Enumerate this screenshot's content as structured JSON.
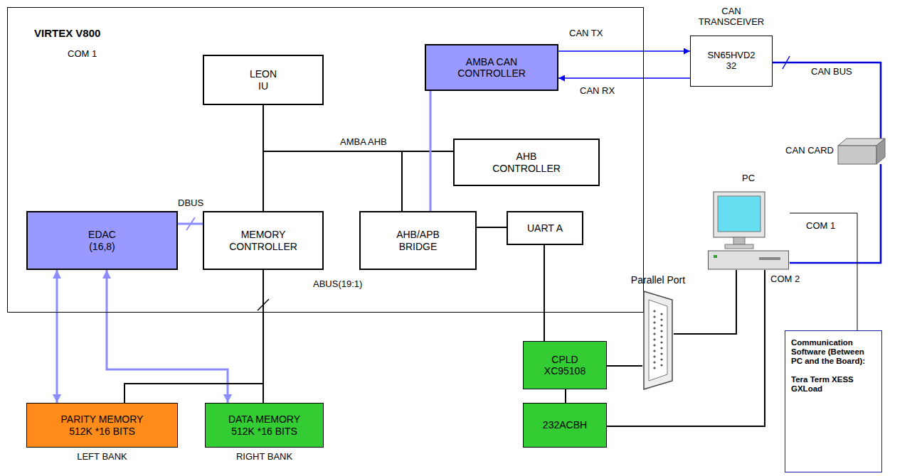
{
  "diagram": {
    "nodes": [
      {
        "text": [
          "VIRTEX V800",
          "COM 1"
        ]
      },
      {
        "text": [
          "LEON IU"
        ],
        "in": 0
      },
      {
        "text": [
          "AMBA CAN CONTROLLER"
        ],
        "in": 0
      },
      {
        "text": [
          "AHB CONTROLLER"
        ],
        "in": 0
      },
      {
        "text": [
          "EDAC (16,8)"
        ],
        "in": 0
      },
      {
        "text": [
          "MEMORY CONTROLLER"
        ],
        "in": 0
      },
      {
        "text": [
          "AHB/APB BRIDGE"
        ],
        "in": 0
      },
      {
        "text": [
          "UART A"
        ],
        "in": 0
      },
      {
        "text": [
          "CAN TRANSCEIVER",
          "SN65HVD2 32"
        ]
      },
      {
        "text": [
          "CAN CARD"
        ]
      },
      {
        "text": [
          "PC"
        ]
      },
      {
        "text": [
          "PARITY MEMORY 512K *16 BITS",
          "LEFT BANK"
        ]
      },
      {
        "text": [
          "DATA MEMORY 512K *16 BITS",
          "RIGHT BANK"
        ]
      },
      {
        "text": [
          "Parallel Port"
        ]
      },
      {
        "text": [
          "CPLD XC95108"
        ]
      },
      {
        "text": [
          "232ACBH"
        ]
      },
      {
        "text": [
          "Communication Software (Between PC and the Board):",
          "Tera Term XESS GXLoad"
        ]
      }
    ],
    "edges": [
      {
        "from": 1,
        "to": 5,
        "arrow": "none"
      },
      {
        "from": 1,
        "to": 3,
        "arrow": "none"
      },
      {
        "from": 1,
        "to": 6,
        "arrow": "none"
      },
      {
        "from": 6,
        "to": 2,
        "arrow": "none"
      },
      {
        "from": 6,
        "to": 7,
        "arrow": "none"
      },
      {
        "from": 2,
        "to": 8,
        "label": "CAN TX",
        "arrow": "to"
      },
      {
        "from": 8,
        "to": 2,
        "label": "CAN RX",
        "arrow": "to"
      },
      {
        "from": 8,
        "to": 9,
        "label": "CAN BUS",
        "arrow": "none"
      },
      {
        "from": 9,
        "to": 10,
        "arrow": "none"
      },
      {
        "from": 10,
        "to": 16,
        "arrow": "none"
      },
      {
        "from": 4,
        "to": 5,
        "arrow": "none"
      },
      {
        "from": 4,
        "to": 11,
        "arrow": "both"
      },
      {
        "from": 4,
        "to": 12,
        "arrow": "both"
      },
      {
        "from": 5,
        "to": 11,
        "arrow": "none"
      },
      {
        "from": 5,
        "to": 12,
        "arrow": "none"
      },
      {
        "from": 7,
        "to": 14,
        "arrow": "none"
      },
      {
        "from": 14,
        "to": 13,
        "arrow": "none"
      },
      {
        "from": 13,
        "to": 10,
        "arrow": "none"
      },
      {
        "from": 14,
        "to": 15,
        "arrow": "none"
      },
      {
        "from": 15,
        "to": 10,
        "arrow": "none"
      }
    ],
    "labels": [
      "AMBA AHB",
      "DBUS",
      "ABUS(19:1)",
      "COM 1",
      "COM 2"
    ]
  }
}
